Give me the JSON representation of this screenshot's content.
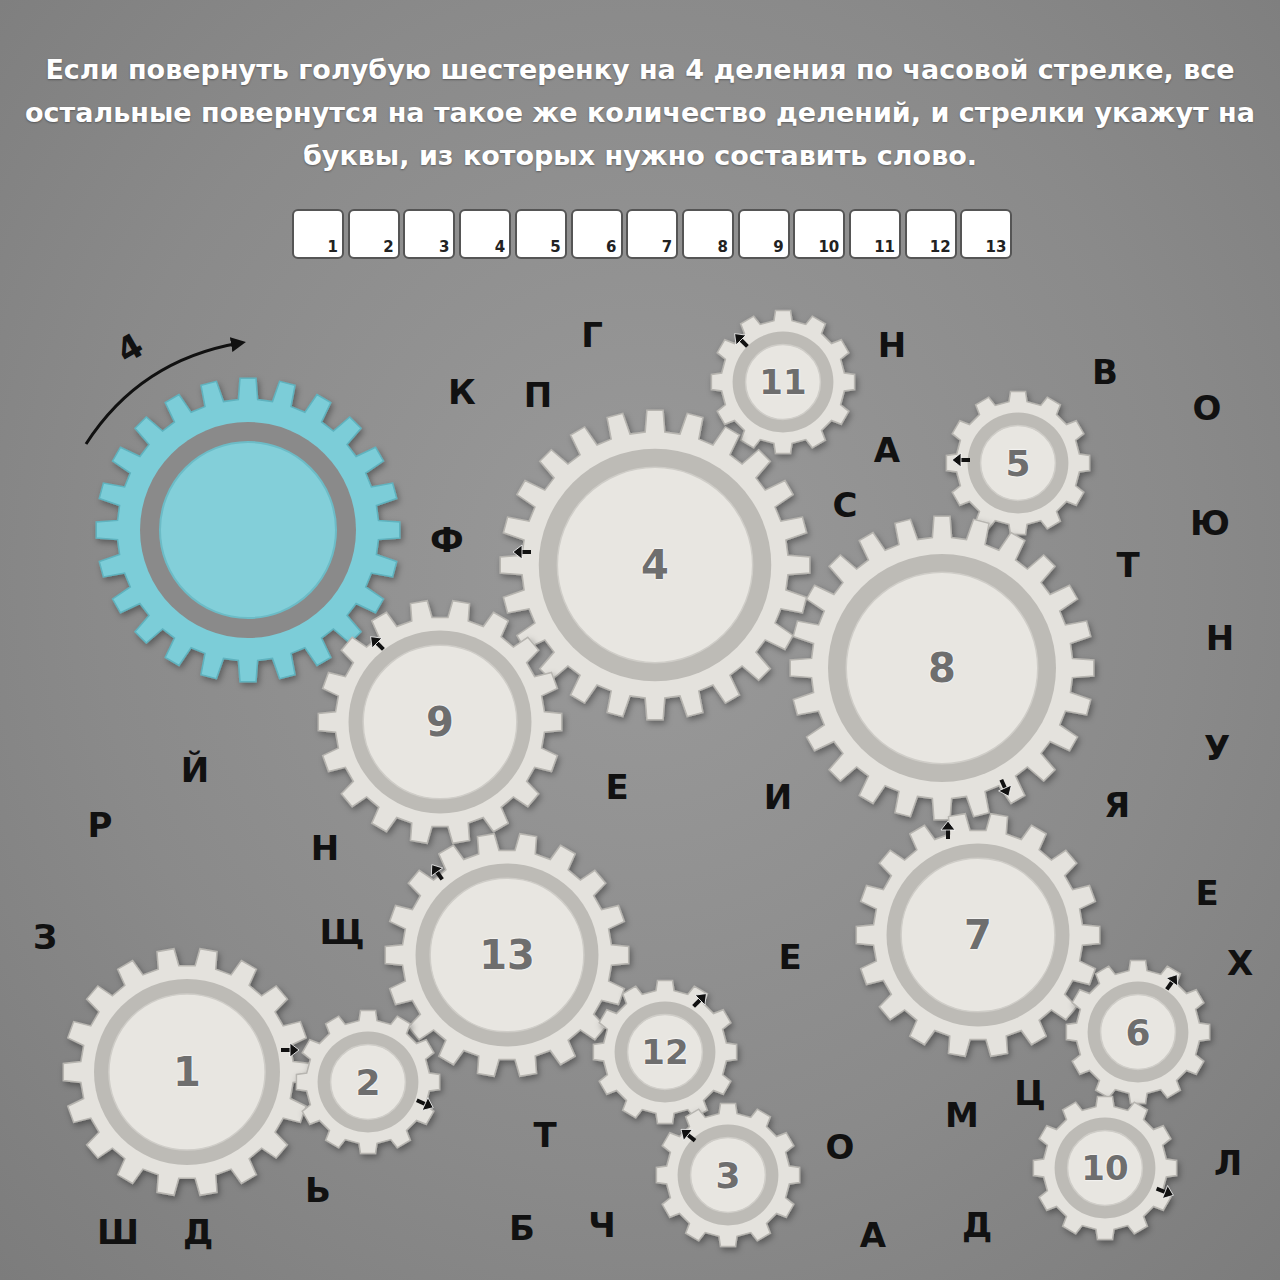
{
  "diagram": {
    "title": "Если повернуть голубую шестеренку на 4 деления по часовой стрелке, все остальные повернутся на такое же количество делений, и стрелки укажут на буквы, из которых нужно составить слово.",
    "nodes": [
      {
        "text": [
          "1"
        ]
      },
      {
        "text": [
          "2"
        ]
      },
      {
        "text": [
          "3"
        ]
      },
      {
        "text": [
          "4"
        ]
      },
      {
        "text": [
          "5"
        ]
      },
      {
        "text": [
          "6"
        ]
      },
      {
        "text": [
          "7"
        ]
      },
      {
        "text": [
          "8"
        ]
      },
      {
        "text": [
          "9"
        ]
      },
      {
        "text": [
          "10"
        ]
      },
      {
        "text": [
          "11"
        ]
      },
      {
        "text": [
          "12"
        ]
      },
      {
        "text": [
          "13"
        ]
      },
      {
        "text": [
          "11"
        ]
      },
      {
        "text": [
          "5"
        ]
      },
      {
        "text": [
          "4"
        ]
      },
      {
        "text": [
          "8"
        ]
      },
      {
        "text": [
          "9"
        ]
      },
      {
        "text": [
          "7"
        ]
      },
      {
        "text": [
          "13"
        ]
      },
      {
        "text": [
          "6"
        ]
      },
      {
        "text": [
          "12"
        ]
      },
      {
        "text": [
          "1"
        ]
      },
      {
        "text": [
          "2"
        ]
      },
      {
        "text": [
          "10"
        ]
      },
      {
        "text": [
          "3"
        ]
      }
    ],
    "labels": [
      "4",
      "Г",
      "К",
      "П",
      "Н",
      "В",
      "О",
      "А",
      "С",
      "Ю",
      "Ф",
      "Т",
      "Н",
      "У",
      "Й",
      "Е",
      "И",
      "Я",
      "Р",
      "Н",
      "Е",
      "З",
      "Щ",
      "Е",
      "Х",
      "Ц",
      "М",
      "Т",
      "О",
      "Л",
      "Ь",
      "Ш",
      "Д",
      "Б",
      "Ч",
      "А",
      "Д"
    ]
  }
}
